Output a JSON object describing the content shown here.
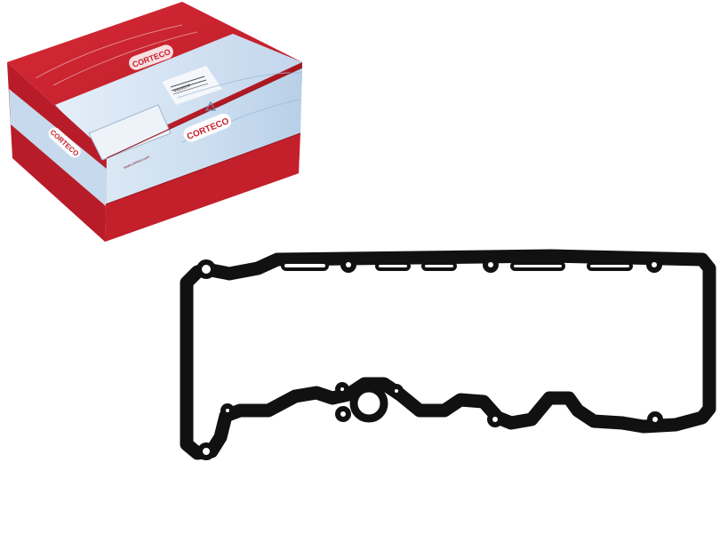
{
  "product": {
    "brand": "CORTECO",
    "website": "www.corteco.com",
    "label_text": [
      "CORTECO",
      "440457P"
    ],
    "colors": {
      "box_red": "#c8202d",
      "box_red_dark": "#9d1620",
      "box_side_red": "#b31b27",
      "label_blue": "#cfe0ef",
      "label_blue_dark": "#a8c4df",
      "gasket": "#111111",
      "background": "#ffffff"
    }
  },
  "icons": {
    "recycle": "recycle-icon",
    "barcode": "barcode-icon"
  }
}
